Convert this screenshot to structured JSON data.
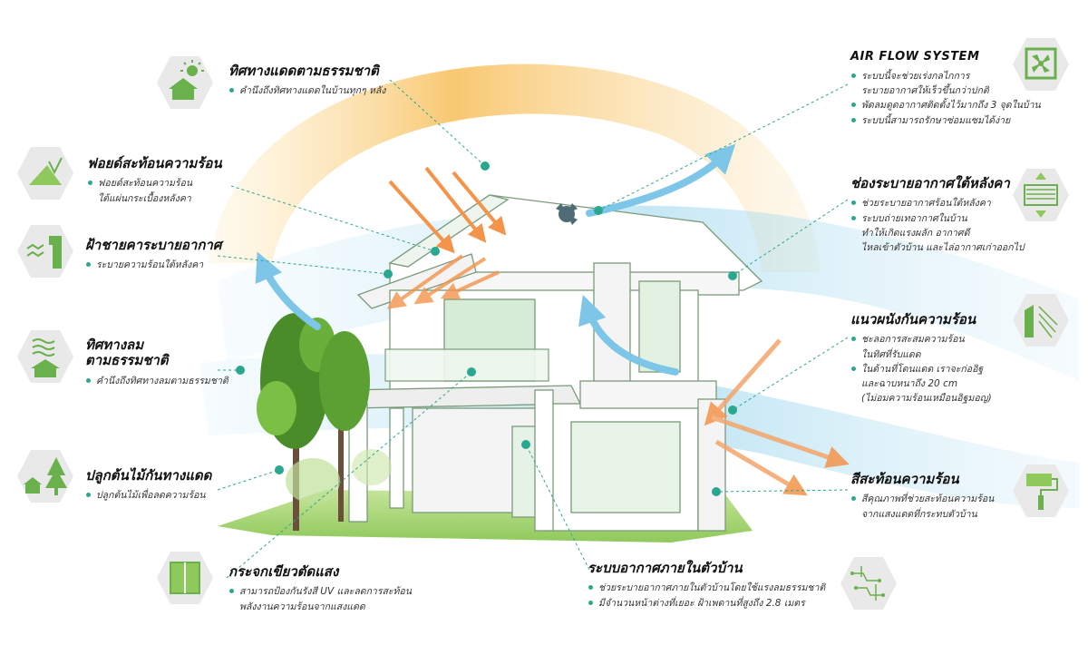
{
  "callouts": {
    "sun": {
      "title": "ทิศทางแดดตามธรรมชาติ",
      "lines": [
        "คำนึงถึงทิศทางแดดในบ้านทุกๆ หลัง"
      ]
    },
    "foil": {
      "title": "ฟอยด์สะท้อนความร้อน",
      "lines": [
        "ฟอยด์สะท้อนความร้อน",
        "ใต้แผ่นกระเบื้องหลังคา"
      ]
    },
    "eave": {
      "title": "ฝ้าชายคาระบายอากาศ",
      "lines": [
        "ระบายความร้อนใต้หลังคา"
      ]
    },
    "wind": {
      "title_1": "ทิศทางลม",
      "title_2": "ตามธรรมชาติ",
      "lines": [
        "คำนึงถึงทิศทางลมตามธรรมชาติ"
      ]
    },
    "tree": {
      "title": "ปลูกต้นไม้กันทางแดด",
      "lines": [
        "ปลูกต้นไม้เพื่อลดความร้อน"
      ]
    },
    "glass": {
      "title": "กระจกเขียวตัดแสง",
      "lines": [
        "สามารถป้องกันรังสี UV และลดการสะท้อน",
        "พลังงานความร้อนจากแสงแดด"
      ]
    },
    "airflow": {
      "title": "AIR FLOW SYSTEM",
      "lines": [
        "ระบบนี้จะช่วยเร่งกลไกการ",
        "ระบายอากาศให้เร็วขึ้นกว่าปกติ",
        "พัดลมดูดอากาศติดตั้งไว้มากถึง 3 จุดในบ้าน",
        "ระบบนี้สามารถรักษาซ่อมแซมได้ง่าย"
      ]
    },
    "roofvent": {
      "title": "ช่องระบายอากาศใต้หลังคา",
      "lines": [
        "ช่วยระบายอากาศร้อนใต้หลังคา",
        "ระบบถ่ายเทอากาศในบ้าน",
        "ทำให้เกิดแรงผลัก อากาศดี",
        "ไหลเข้าตัวบ้าน และไล่อากาศเก่าออกไป"
      ]
    },
    "wall": {
      "title": "แนวผนังกันความร้อน",
      "lines": [
        "ชะลอการสะสมความร้อน",
        "ในทิศที่รับแดด",
        "ในด้านที่โดนแดด เราจะก่ออิฐ",
        "และฉาบหนาถึง 20 cm",
        "(ไม่อมความร้อนเหมือนอิฐมอญ)"
      ]
    },
    "paint": {
      "title": "สีสะท้อนความร้อน",
      "lines": [
        "สีคุณภาพที่ช่วยสะท้อนความร้อน",
        "จากแสงแดดที่กระทบตัวบ้าน"
      ]
    },
    "internal": {
      "title": "ระบบอากาศภายในตัวบ้าน",
      "lines": [
        "ช่วยระบายอากาศภายในตัวบ้านโดยใช้แรงลมธรรมชาติ",
        "มีจำนวนหน้าต่างที่เยอะ ฝ้าเพดานที่สูงถึง 2.8 เมตร"
      ]
    }
  },
  "icons": {
    "sun": "sun-house-icon",
    "foil": "foil-icon",
    "eave": "eave-vent-icon",
    "wind": "wind-house-icon",
    "tree": "tree-house-icon",
    "glass": "window-icon",
    "airflow": "fan-icon",
    "roofvent": "vent-grille-icon",
    "wall": "wall-icon",
    "paint": "paint-roller-icon",
    "internal": "circuit-icon"
  },
  "colors": {
    "sun_band": "#f8c56a",
    "wind_band": "#8fd1ec",
    "arrow_orange": "#f4934a",
    "arrow_blue": "#7ec6e8",
    "accent_green": "#6ab04c",
    "leader_teal": "#2aa88f",
    "icon_gray": "#e9e9e9"
  }
}
